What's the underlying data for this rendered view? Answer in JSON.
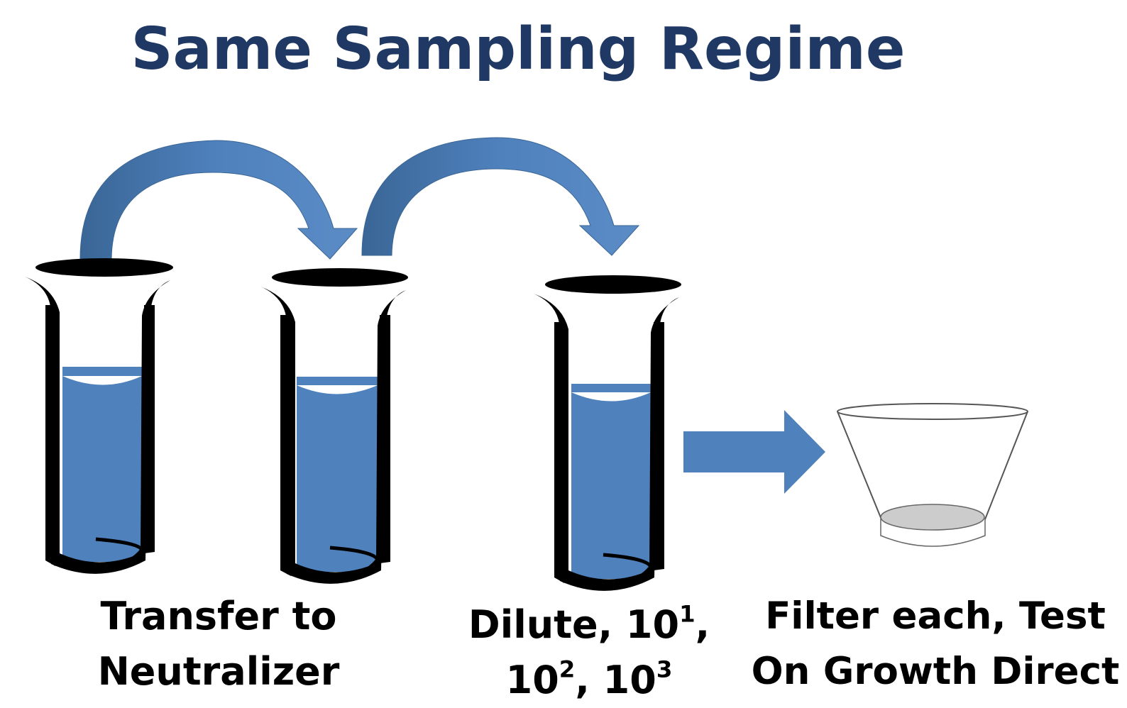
{
  "title": "Same Sampling Regime",
  "captions": {
    "step1": {
      "line1": "Transfer to",
      "line2": "Neutralizer"
    },
    "step2": {
      "line1_prefix": "Dilute, 10",
      "line1_sup": "1",
      "line1_suffix": ",",
      "line2_a": "10",
      "line2_a_sup": "2",
      "line2_sep": ", ",
      "line2_b": "10",
      "line2_b_sup": "3"
    },
    "step3": {
      "line1": "Filter each, Test",
      "line2": "On Growth Direct"
    }
  },
  "colors": {
    "title": "#1f3864",
    "liquid": "#4f81bd",
    "arrow": "#4f81bd",
    "arrow_dark": "#3a6696",
    "tube_outline": "#000000",
    "filter_base": "#cccccc"
  },
  "icons": [
    "test-tube-icon",
    "curved-arrow-icon",
    "right-arrow-icon",
    "filter-funnel-icon"
  ]
}
